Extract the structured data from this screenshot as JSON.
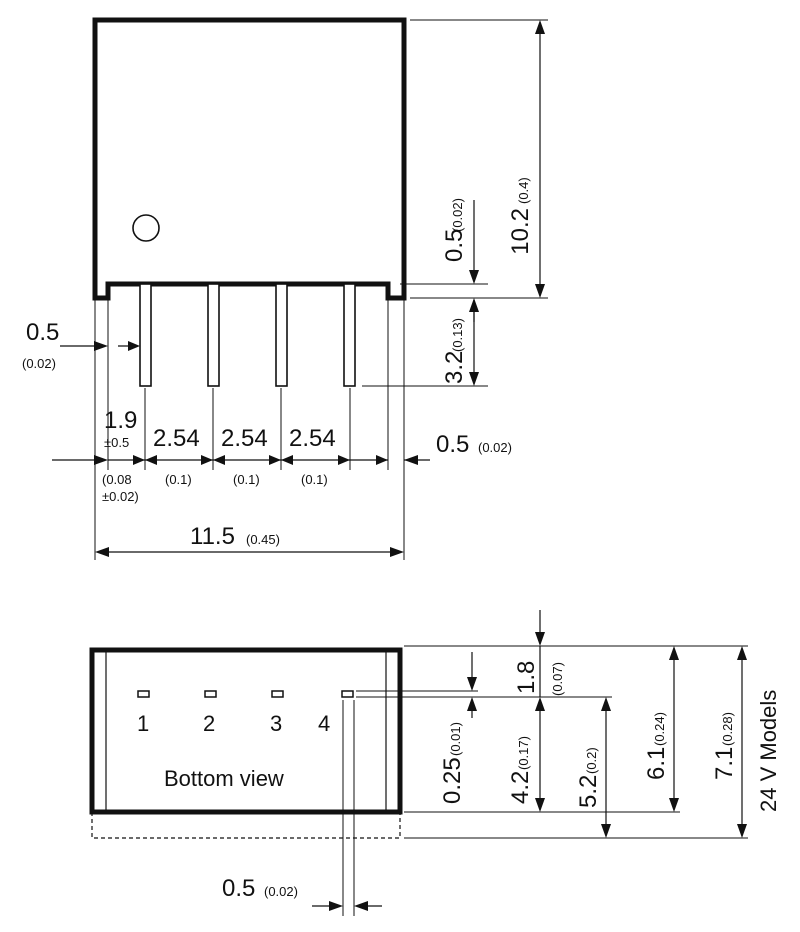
{
  "side_view": {
    "height_total": "10.2",
    "height_total_in": "(0.4)",
    "standoff": "0.5",
    "standoff_in": "(0.02)",
    "pin_length": "3.2",
    "pin_length_in": "(0.13)",
    "pin_offset_left": "0.5",
    "pin_offset_left_in": "(0.02)",
    "first_pin": "1.9",
    "first_pin_tol": "±0.5",
    "first_pin_in_a": "(0.08",
    "first_pin_in_b": "±0.02)",
    "pitch_1": "2.54",
    "pitch_2": "2.54",
    "pitch_3": "2.54",
    "pitch_in_1": "(0.1)",
    "pitch_in_2": "(0.1)",
    "pitch_in_3": "(0.1)",
    "pin_right_gap": "0.5",
    "pin_right_gap_in": "(0.02)",
    "width_total": "11.5",
    "width_total_in": "(0.45)"
  },
  "bottom_view": {
    "label": "Bottom view",
    "pins": [
      "1",
      "2",
      "3",
      "4"
    ],
    "edge_to_pins": "1.8",
    "edge_to_pins_in": "(0.07)",
    "pin_row_width": "0.25",
    "pin_row_width_in": "(0.01)",
    "row_to_edge": "4.2",
    "row_to_edge_in": "(0.17)",
    "row_to_dashed": "5.2",
    "row_to_dashed_in": "(0.2)",
    "depth": "6.1",
    "depth_in": "(0.24)",
    "depth_24v": "7.1",
    "depth_24v_in": "(0.28)",
    "depth_24v_note": "24 V Models",
    "pin_width": "0.5",
    "pin_width_in": "(0.02)"
  }
}
